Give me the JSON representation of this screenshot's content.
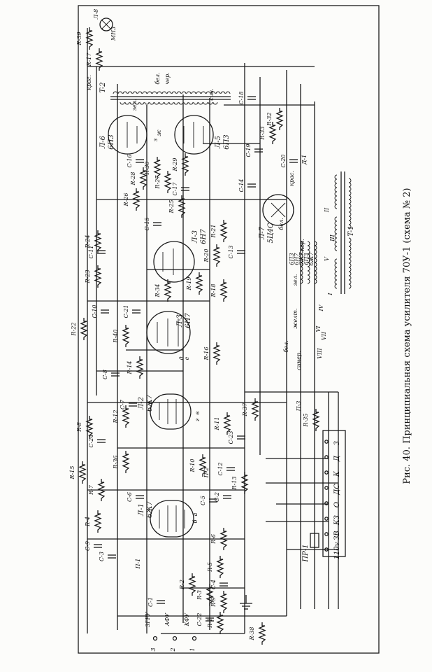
{
  "caption": "Рис. 40. Принципиальная схема усилителя 70У-1 (схема № 2)",
  "tubes": [
    {
      "ref": "Л-1",
      "type": "6Ж7"
    },
    {
      "ref": "Л-2",
      "type": "6Ж7"
    },
    {
      "ref": "Л-3",
      "type": "6Н7"
    },
    {
      "ref": "Л-3",
      "type": "6Н7"
    },
    {
      "ref": "Л-5",
      "type": "6П3"
    },
    {
      "ref": "Л-6",
      "type": "6П3"
    },
    {
      "ref": "Л-7",
      "type": "5Ц4С"
    }
  ],
  "resistors": [
    "R-1",
    "R-2",
    "R-3",
    "R-4",
    "R-5",
    "R-6",
    "R-7",
    "R-8",
    "R-9",
    "R-10",
    "R-11",
    "R-12",
    "R-13",
    "R-14",
    "R-15",
    "R-16",
    "R-17",
    "R-18",
    "R-19",
    "R-20",
    "R-21",
    "R-22",
    "R-23",
    "R-24",
    "R-25",
    "R-26",
    "R-27",
    "R-28",
    "R-29",
    "R-30",
    "R-32",
    "R-33",
    "R-34",
    "R-35",
    "R-36",
    "R-37",
    "R-38",
    "R-39",
    "R-40"
  ],
  "capacitors": [
    "C-1",
    "C-2",
    "C-3",
    "C-4",
    "C-5",
    "C-6",
    "C-7",
    "C-8",
    "C-9",
    "C-10",
    "C-11",
    "C-12",
    "C-13",
    "C-14",
    "C-15",
    "C-16",
    "C-17",
    "C-18",
    "C-19",
    "C-20",
    "C-21",
    "C-22",
    "C-23",
    "C-24"
  ],
  "transformers": [
    "T-1",
    "T-2"
  ],
  "misc": {
    "fuse": "ПР-1",
    "lamp": "Л-8",
    "lamp_type": "МН3",
    "choke": "Д-1",
    "switch1": "П-1",
    "switch2": "П-2",
    "switch3": "П-3"
  },
  "input_terminals": [
    "3ГРУ",
    "АФУ",
    "КФУ"
  ],
  "input_numbers": [
    "3",
    "2",
    "1"
  ],
  "terminal_strip": [
    "110v",
    "ЗВ",
    "КЗ",
    "О",
    "ДС",
    "К",
    "Д",
    "3"
  ],
  "wire_colors": {
    "red": "крас.",
    "green": "зел.",
    "white": "бел.",
    "black": "чер.",
    "brown": "кор.",
    "blue": "син.",
    "yellow": "желт."
  },
  "winding_numerals": [
    "I",
    "II",
    "III",
    "IV",
    "V",
    "VI",
    "VII",
    "VIII"
  ],
  "pin_letters": [
    "а",
    "б",
    "в",
    "г",
    "д",
    "е",
    "ж",
    "з"
  ],
  "tube_labels_t1": [
    "6П3",
    "6Н7",
    "6Ж7",
    "6П3",
    "6Ж7"
  ]
}
